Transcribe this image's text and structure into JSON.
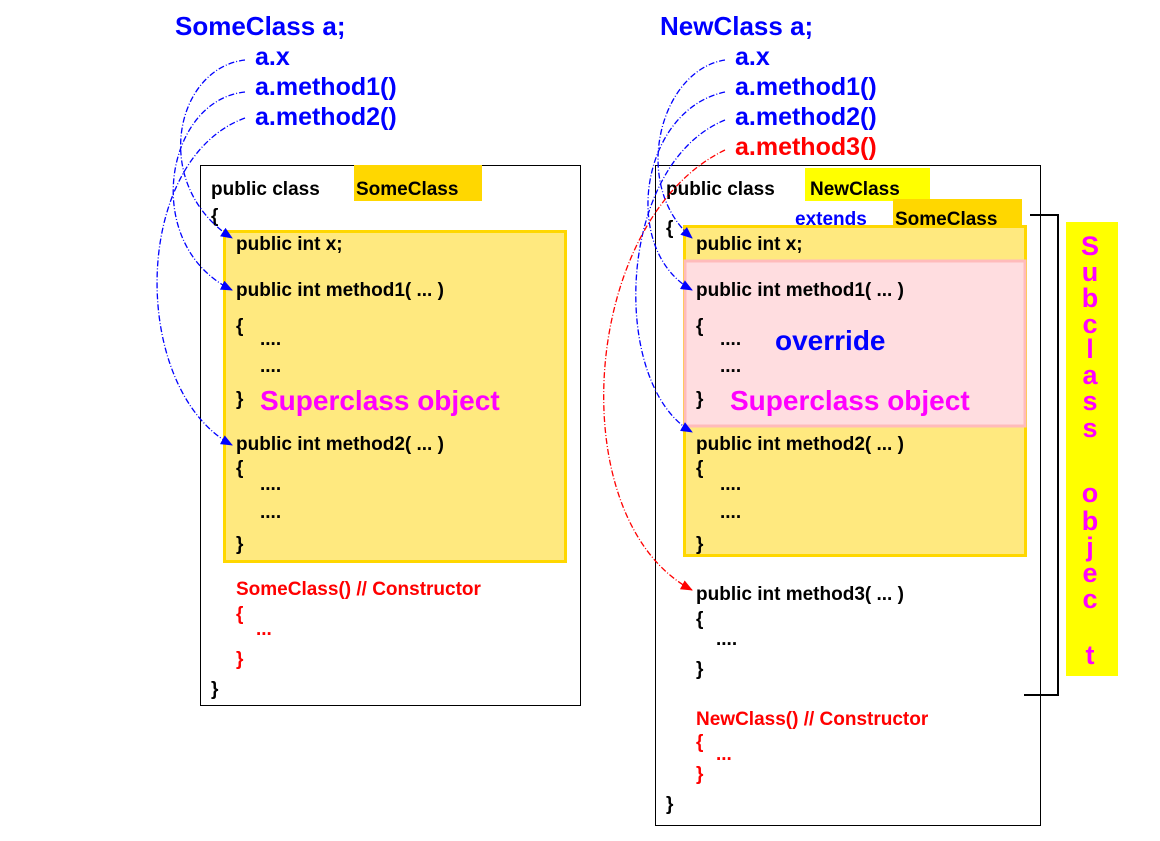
{
  "colors": {
    "call": "#0000ff",
    "new_call": "#ff0000",
    "highlight_gold": "#ffd700",
    "highlight_yellow": "#ffff00",
    "object_fill": "#ffe97f",
    "override_fill": "#ffdde0",
    "label_magenta": "#ff00ff"
  },
  "left": {
    "declaration": "SomeClass a;",
    "calls": [
      "a.x",
      "a.method1()",
      "a.method2()"
    ],
    "class_line": "public class",
    "class_name": "SomeClass",
    "open_brace": "{",
    "field": "public  int x;",
    "method1": "public int method1( ... )",
    "method2": "public int method2( ... )",
    "brace_open": "{",
    "brace_close": "}",
    "dots": "....",
    "object_label": "Superclass object",
    "constructor": "SomeClass() // Constructor",
    "constructor_body": "...",
    "close_brace": "}"
  },
  "right": {
    "declaration": "NewClass a;",
    "calls": [
      "a.x",
      "a.method1()",
      "a.method2()"
    ],
    "new_call": "a.method3()",
    "class_line": "public class",
    "class_name": "NewClass",
    "extends_kw": "extends",
    "super_name": "SomeClass",
    "open_brace": "{",
    "field": "public  int x;",
    "method1": "public int method1( ... )",
    "method2": "public int method2( ... )",
    "method3": "public int method3( ... )",
    "brace_open": "{",
    "brace_close": "}",
    "dots": "....",
    "override_label": "override",
    "object_label": "Superclass object",
    "constructor": "NewClass() // Constructor",
    "constructor_body": "...",
    "close_brace": "}"
  },
  "subclass_label": [
    "S",
    "u",
    "b",
    "c",
    "l",
    "a",
    "s",
    "s",
    "o",
    "b",
    "j",
    "e",
    "c",
    "t"
  ]
}
